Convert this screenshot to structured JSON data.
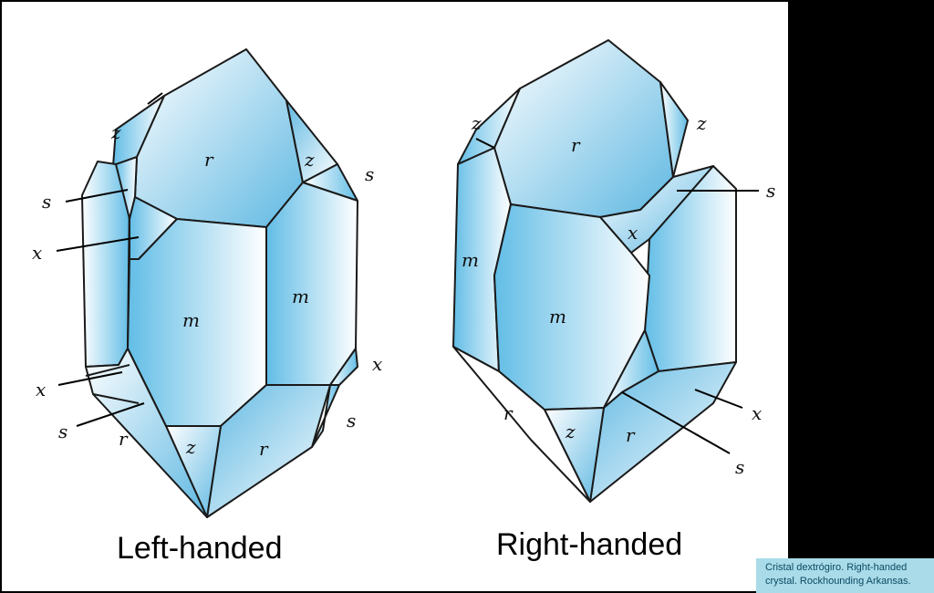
{
  "colors": {
    "face_light": "#ffffff",
    "face_dark": "#62bde6",
    "edge": "#1a1a1a",
    "caption_bg": "#a9dbe8",
    "caption_text": "#0b4a64"
  },
  "left_crystal": {
    "title": "Left-handed",
    "labels": {
      "z_top": "z",
      "r_top": "r",
      "z_top_right": "z",
      "s_top_right": "s",
      "s_left": "s",
      "x_left": "x",
      "m_front": "m",
      "m_right": "m",
      "x_right": "x",
      "s_right": "s",
      "x_lower_left": "x",
      "s_lower_left": "s",
      "r_lower_left": "r",
      "z_bottom": "z",
      "r_bottom": "r"
    }
  },
  "right_crystal": {
    "title": "Right-handed",
    "labels": {
      "z_top_left": "z",
      "r_top": "r",
      "z_top_right": "z",
      "s_right": "s",
      "x_upper": "x",
      "m_left": "m",
      "m_front": "m",
      "r_lower_left": "r",
      "z_bottom": "z",
      "r_bottom": "r",
      "x_lower_right": "x",
      "s_lower_right": "s"
    }
  },
  "caption": "Cristal dextrógiro. Right-handed crystal. Rockhounding Arkansas."
}
